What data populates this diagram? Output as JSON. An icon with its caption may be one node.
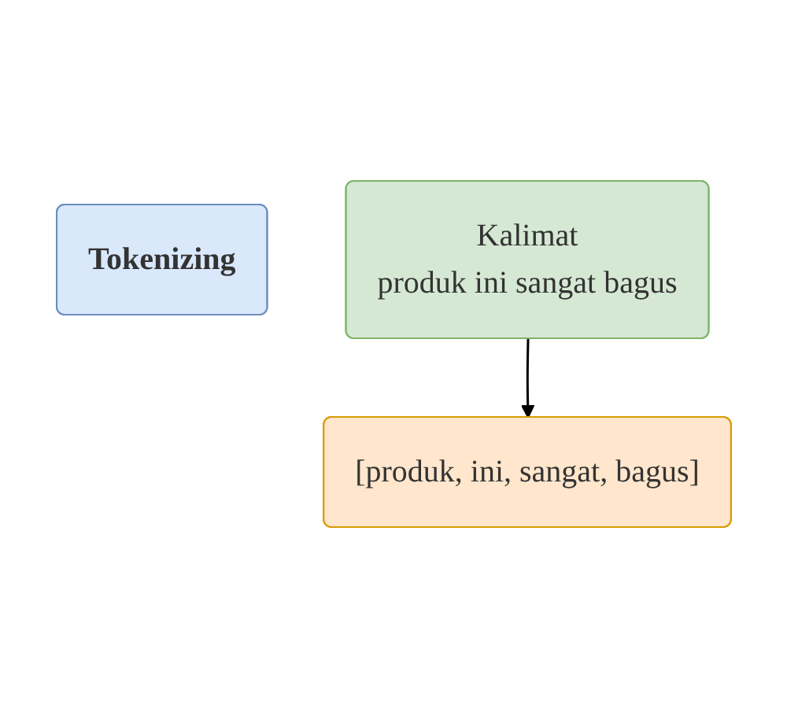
{
  "diagram": {
    "nodes": [
      {
        "text": [
          "Tokenizing"
        ]
      },
      {
        "text": [
          "Kalimat",
          "produk ini sangat bagus"
        ]
      },
      {
        "text": [
          "[produk, ini, sangat, bagus]"
        ]
      }
    ],
    "edges": [
      {
        "from": 1,
        "to": 2,
        "arrow": "to"
      }
    ]
  }
}
